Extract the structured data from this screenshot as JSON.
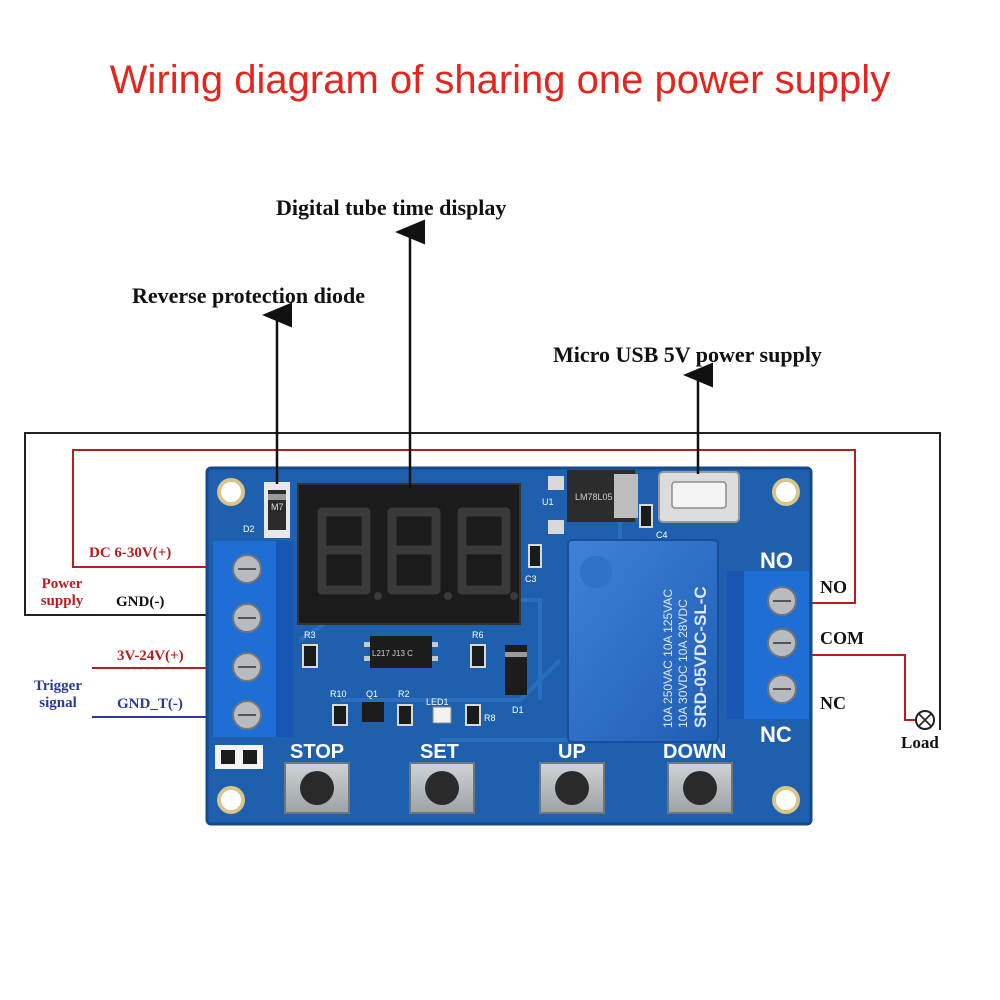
{
  "title": "Wiring diagram of sharing one power supply",
  "callouts": {
    "display": "Digital tube time display",
    "diode": "Reverse protection diode",
    "usb": "Micro USB 5V power supply"
  },
  "left_terminals": {
    "dc_in": "DC 6-30V(+)",
    "gnd": "GND(-)",
    "trigger_pos": "3V-24V(+)",
    "trigger_gnd": "GND_T(-)"
  },
  "left_groups": {
    "power_supply": [
      "Power",
      "supply"
    ],
    "trigger_signal": [
      "Trigger",
      "signal"
    ]
  },
  "right_terminals": {
    "no": "NO",
    "com": "COM",
    "nc": "NC",
    "load": "Load"
  },
  "board": {
    "buttons": [
      "STOP",
      "SET",
      "UP",
      "DOWN"
    ],
    "no_silk": "NO",
    "nc_silk": "NC",
    "relay_model": "SRD-05VDC-SL-C",
    "relay_rating_1": "10A 250VAC 10A 125VAC",
    "relay_rating_2": "10A 30VDC 10A 28VDC",
    "regulator": "LM78L05",
    "refs": [
      "D2",
      "U1",
      "C3",
      "C4",
      "R3",
      "R6",
      "R10",
      "Q1",
      "R2",
      "LED1",
      "R8",
      "D1"
    ],
    "optocoupler": "L217 J13 C",
    "diode_mark": "M7"
  },
  "colors": {
    "title": "#e5241d",
    "red_wire": "#b81d1d",
    "blue_wire": "#2b3a9a",
    "pcb": "#1e5fae",
    "terminal_block": "#1f6ed6"
  }
}
